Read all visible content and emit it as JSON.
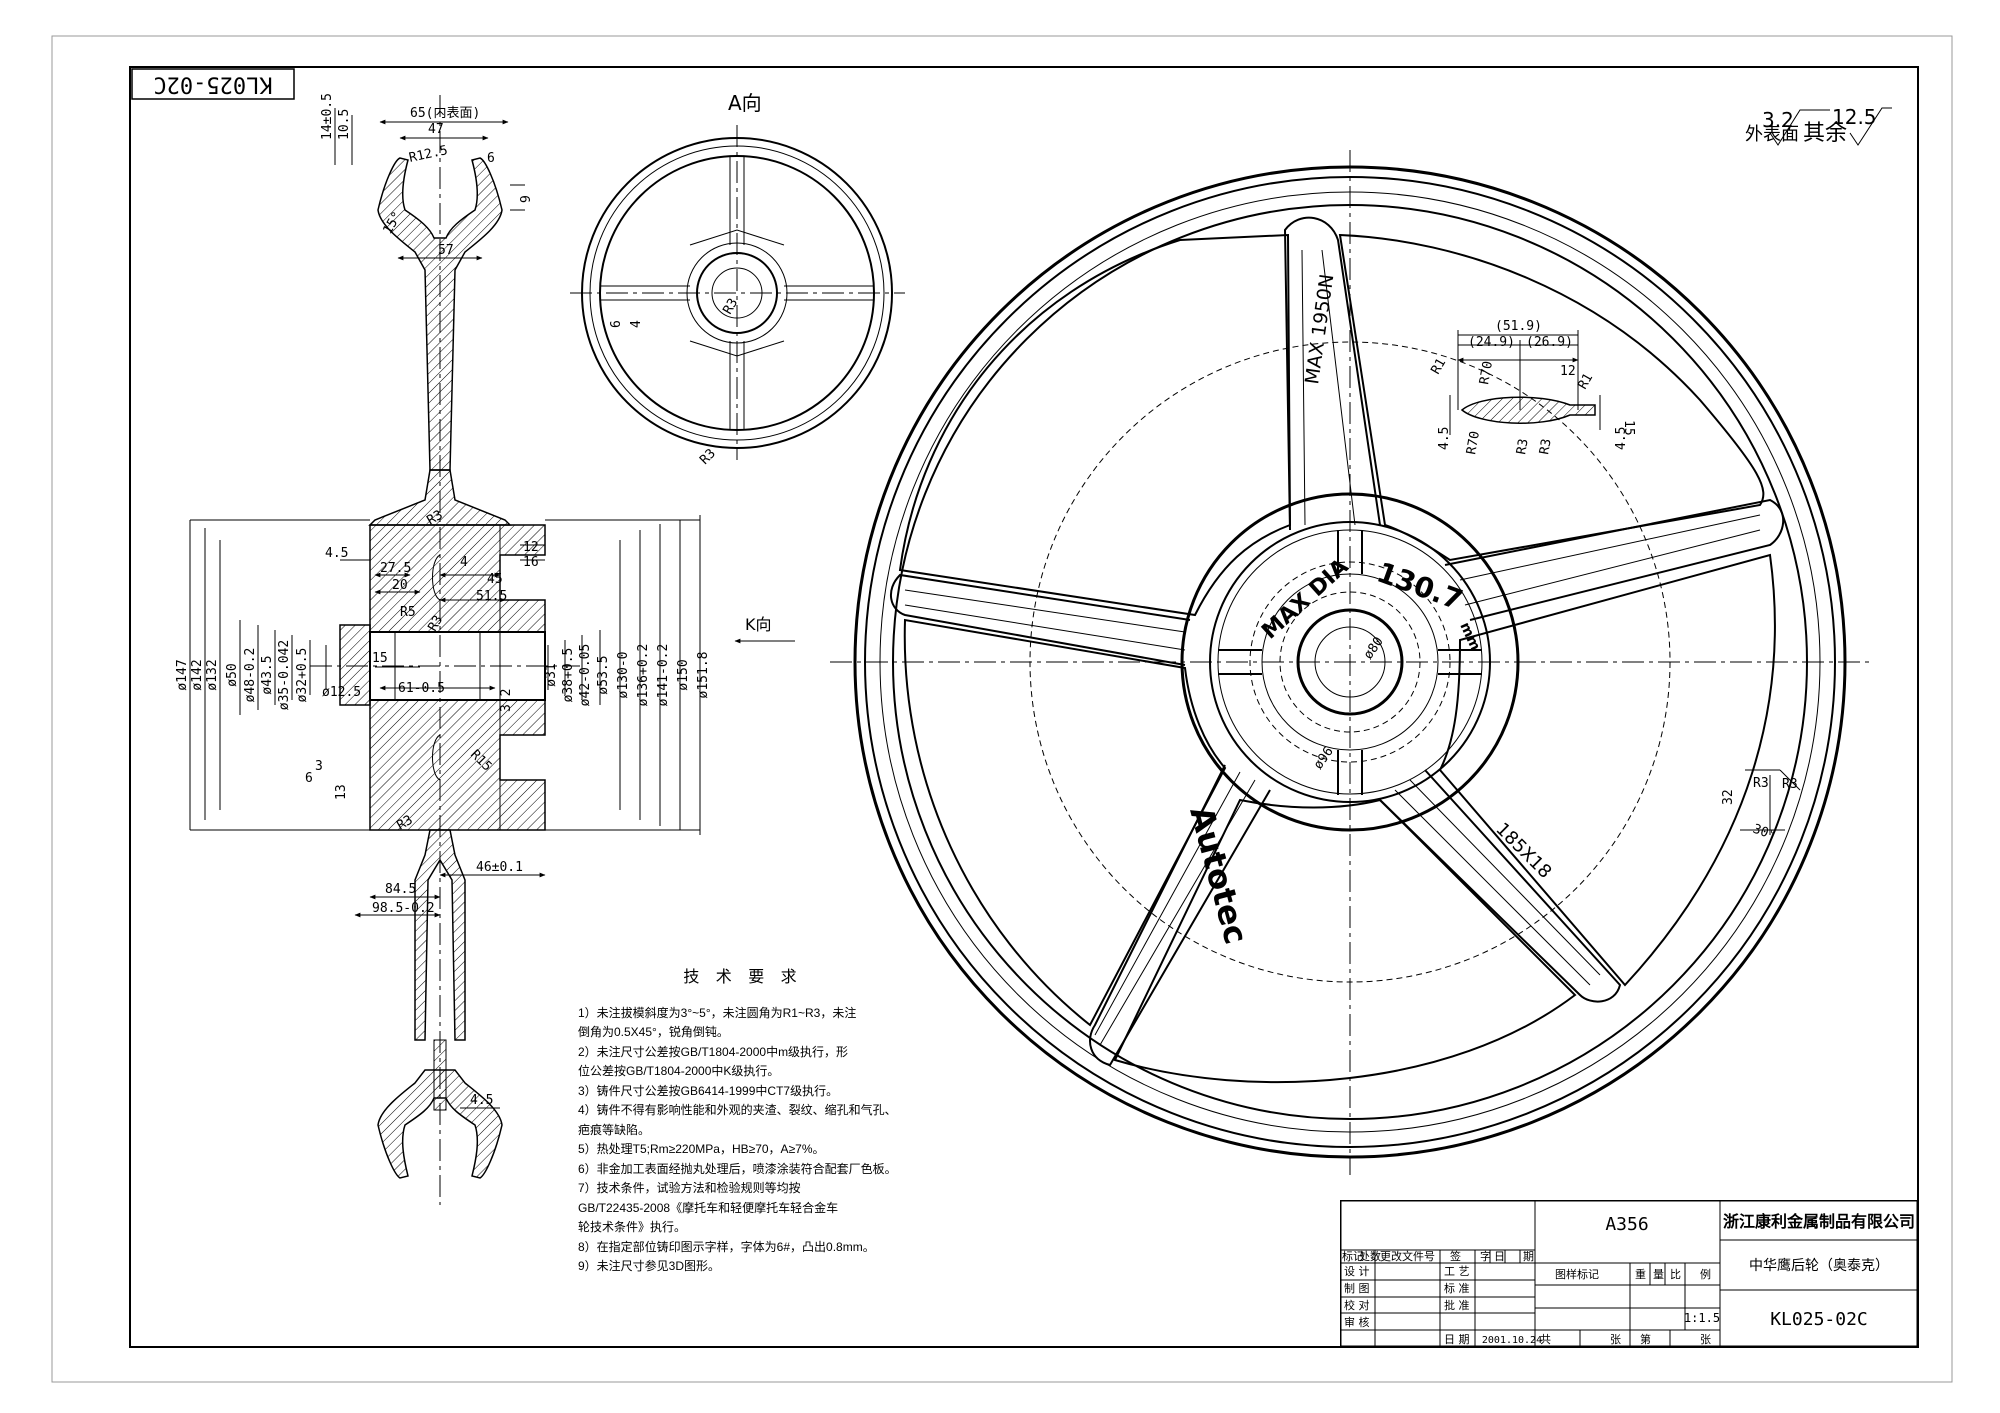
{
  "drawing_number": "KL025-02C",
  "roughness": {
    "outer_value": "3.2",
    "outer_label": "外表面",
    "rest_value": "12.5",
    "rest_label": "其余"
  },
  "view_labels": {
    "view_a": "A向",
    "view_k": "K向"
  },
  "wheel_text": {
    "max_load": "MAX 1950N",
    "max_dia": "MAX DIA",
    "dia_value": "130.7",
    "dia_unit": "mm",
    "brand": "Autotec",
    "size": "185X18",
    "hub_dia": "ø80",
    "inner_dia": "ø96"
  },
  "section_dims": {
    "top": [
      "65(内表面)",
      "47",
      "R12.5",
      "6",
      "14±0.5",
      "10.5",
      "9",
      "15°",
      "57"
    ],
    "vertical_left": [
      "ø147",
      "ø142",
      "ø132",
      "ø50",
      "ø48-0.2",
      "ø43.5",
      "ø35-0.042",
      "ø32+0.5",
      "ø12.5"
    ],
    "vertical_right": [
      "ø31",
      "ø38+0.5",
      "ø42-0.05",
      "ø53.5",
      "ø130-0",
      "ø136+0.2",
      "ø141-0.2",
      "ø150",
      "ø151.8"
    ],
    "hub": [
      "4.5",
      "27.5",
      "20",
      "4",
      "45",
      "51.5",
      "12",
      "16",
      "R5",
      "R3",
      "15",
      "61-0.5",
      "R3",
      "3.2",
      "R15",
      "3",
      "6",
      "13",
      "R3"
    ],
    "bottom": [
      "46±0.1",
      "84.5",
      "98.5-0.2",
      "4.5"
    ]
  },
  "view_a_dims": [
    "R3",
    "6",
    "4",
    "R3"
  ],
  "spoke_section_dims": [
    "(51.9)",
    "(24.9)",
    "(26.9)",
    "R1",
    "R70",
    "12",
    "R1",
    "15",
    "4.5",
    "R70",
    "R3",
    "R3",
    "4.5"
  ],
  "rim_detail_dims": [
    "R3",
    "R3",
    "32",
    "30°"
  ],
  "notes": {
    "title": "技 术 要 求",
    "lines": [
      "1）未注拔模斜度为3°~5°，未注圆角为R1~R3，未注",
      "倒角为0.5X45°，锐角倒钝。",
      "2）未注尺寸公差按GB/T1804-2000中m级执行，形",
      "位公差按GB/T1804-2000中K级执行。",
      "3）铸件尺寸公差按GB6414-1999中CT7级执行。",
      "4）铸件不得有影响性能和外观的夹渣、裂纹、缩孔和气孔、",
      "疤痕等缺陷。",
      "5）热处理T5;Rm≥220MPa，HB≥70，A≥7%。",
      "6）非金加工表面经抛丸处理后，喷漆涂装符合配套厂色板。",
      "7）技术条件，试验方法和检验规则等均按",
      "GB/T22435-2008《摩托车和轻便摩托车轻合金车",
      "轮技术条件》执行。",
      "8）在指定部位铸印图示字样，字体为6#，凸出0.8mm。",
      "9）未注尺寸参见3D图形。"
    ]
  },
  "title_block": {
    "material": "A356",
    "company": "浙江康利金属制品有限公司",
    "part_name": "中华鹰后轮（奥泰克）",
    "drawing_no": "KL025-02C",
    "scale": "1:1.5",
    "date": "2001.10.24",
    "rev_headers": [
      "标记",
      "处数",
      "更改文件号",
      "签",
      "字",
      "日",
      "期"
    ],
    "roles": [
      "设 计",
      "制 图",
      "校 对",
      "审 核"
    ],
    "roles_mid": [
      "工 艺",
      "标 准",
      "批 准",
      "日 期"
    ],
    "col_headers": [
      "图样标记",
      "重",
      "量",
      "比",
      "例"
    ],
    "bottom": [
      "共",
      "张",
      "第",
      "张"
    ]
  }
}
